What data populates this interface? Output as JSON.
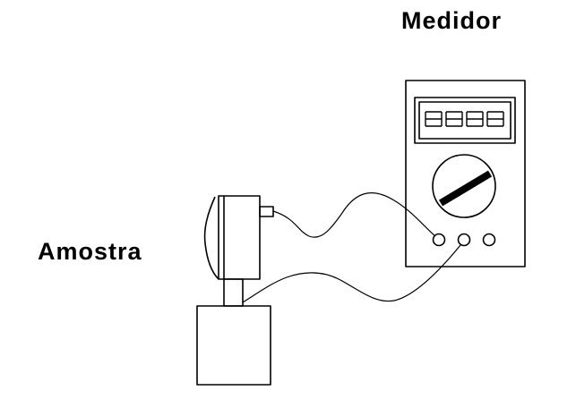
{
  "labels": {
    "meter": "Medidor",
    "sample": "Amostra"
  },
  "colors": {
    "line": "#000000",
    "background": "#ffffff"
  },
  "meter": {
    "terminal_count": 3,
    "display_digit_count": 4
  }
}
